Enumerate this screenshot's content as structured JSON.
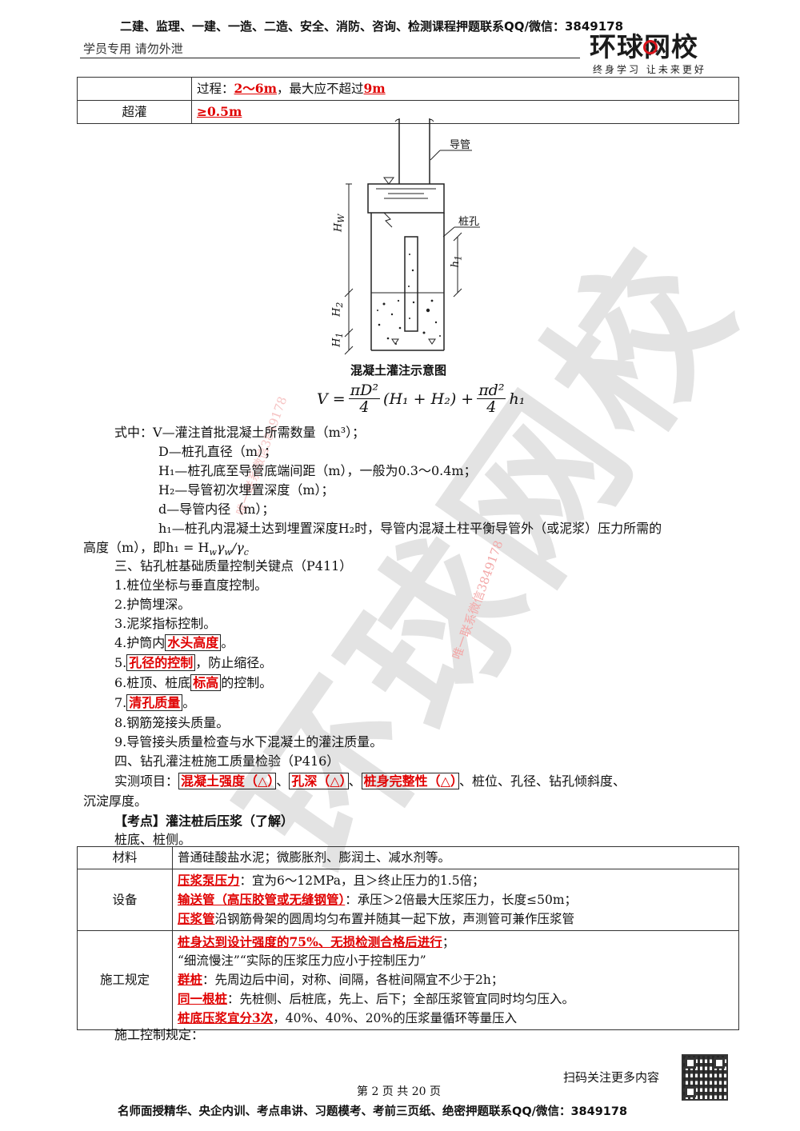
{
  "header": {
    "top_banner": "二建、监理、一建、一造、二造、安全、消防、咨询、检测课程押题联系QQ/微信：3849178",
    "left_note": "学员专用 请勿外泄",
    "logo_text": "环球网校",
    "logo_slogan": "终身学习 让未来更好"
  },
  "top_table": {
    "row1_value_prefix": "过程：",
    "row1_value_hl1": "2～6m",
    "row1_value_mid": "，最大应不超过",
    "row1_value_hl2": "9m",
    "row2_label": "超灌",
    "row2_value": "≥0.5m"
  },
  "figure": {
    "caption": "混凝土灌注示意图",
    "label_pipe": "导管",
    "label_hole": "桩孔",
    "label_hw": "H",
    "label_hw_sub": "W",
    "label_h1": "h",
    "label_h1_sub": "1",
    "label_H2": "H",
    "label_H2_sub": "2",
    "label_H1": "H",
    "label_H1_sub": "1"
  },
  "formula": {
    "lhs": "V =",
    "term1_num": "πD²",
    "term1_den": "4",
    "mid": "(H₁ + H₂) +",
    "term2_num": "πd²",
    "term2_den": "4",
    "tail": "h₁"
  },
  "definitions": {
    "intro": "式中：",
    "v": "V—灌注首批混凝土所需数量（m³）；",
    "d_big": "D—桩孔直径（m）；",
    "h1_big": "H₁—桩孔底至导管底端间距（m），一般为0.3～0.4m；",
    "h2_big": "H₂—导管初次埋置深度（m）；",
    "d_small": "d—导管内径（m）；",
    "h1_small": "h₁—桩孔内混凝土达到埋置深度H₂时，导管内混凝土柱平衡导管外（或泥浆）压力所需的",
    "h1_small_cont": "高度（m），即h₁ = H",
    "h1_formula_tail": "γ",
    "h1_formula_end": "/γ"
  },
  "section3": {
    "title": "三、钻孔桩基础质量控制关键点（P411）",
    "i1": "1.桩位坐标与垂直度控制。",
    "i2": "2.护筒埋深。",
    "i3": "3.泥浆指标控制。",
    "i4_pre": "4.护筒内",
    "i4_hl": "水头高度",
    "i4_post": "。",
    "i5_pre": "5.",
    "i5_hl": "孔径的控制",
    "i5_post": "，防止缩径。",
    "i6_pre": "6.桩顶、桩底",
    "i6_hl": "标高",
    "i6_post": "的控制。",
    "i7_pre": "7.",
    "i7_hl": "清孔质量",
    "i7_post": "。",
    "i8": "8.钢筋笼接头质量。",
    "i9": "9.导管接头质量检查与水下混凝土的灌注质量。"
  },
  "section4": {
    "title": "四、钻孔灌注桩施工质量检验（P416）",
    "pre": "实测项目：",
    "hl1": "混凝土强度（△）",
    "sep1": "、",
    "hl2": "孔深（△）",
    "sep2": "、",
    "hl3": "桩身完整性（△）",
    "post": "、桩位、孔径、钻孔倾斜度、",
    "cont": "沉淀厚度。"
  },
  "kaodian": {
    "title": "【考点】灌注桩后压浆（了解）",
    "sub": "桩底、桩侧。"
  },
  "table2": {
    "r1_label": "材料",
    "r1_value": "普通硅酸盐水泥；微膨胀剂、膨润土、减水剂等。",
    "r2_label": "设备",
    "r2_l1_hl": "压浆泵压力",
    "r2_l1_rest": "：宜为6～12MPa，且＞终止压力的1.5倍；",
    "r2_l2_hl": "输送管（高压胶管或无缝钢管）",
    "r2_l2_rest": "：承压＞2倍最大压浆压力，长度≤50m；",
    "r2_l3_hl": "压浆管",
    "r2_l3_rest": "沿钢筋骨架的圆周均匀布置并随其一起下放，声测管可兼作压浆管",
    "r3_label": "施工规定",
    "r3_l1_hl": "桩身达到设计强度的75%、无损检测合格后进行",
    "r3_l1_rest": "；",
    "r3_l2": "“细流慢注”“实际的压浆压力应小于控制压力”",
    "r3_l3_hl": "群桩",
    "r3_l3_rest": "：先周边后中间，对称、间隔，各桩间隔宜不少于2h；",
    "r3_l4_hl": "同一根桩",
    "r3_l4_rest": "：先桩侧、后桩底，先上、后下；全部压浆管宜同时均匀压入。",
    "r3_l5_hl": "桩底压浆宜分3次",
    "r3_l5_rest": "，40%、40%、20%的压浆量循环等量压入"
  },
  "after_table": "施工控制规定：",
  "footer": {
    "qr_note": "扫码关注更多内容",
    "page": "第 2 页 共 20 页",
    "bottom_banner": "名师面授精华、央企内训、考点串讲、习题模考、考前三页纸、绝密押题联系QQ/微信：3849178"
  },
  "watermark": {
    "big": "环球网校",
    "small": "唯一联系微信3849178"
  },
  "colors": {
    "highlight": "#e00000",
    "logo": "#1b1b1b",
    "logo_play": "#d9141b",
    "watermark": "#d9d9d9"
  }
}
